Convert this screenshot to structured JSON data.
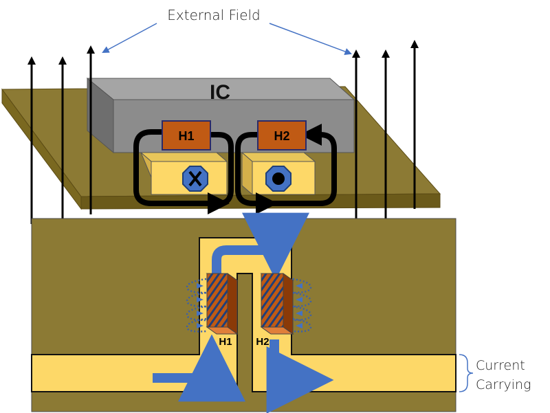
{
  "labels": {
    "external_field": "External Field",
    "ic": "IC",
    "h1_top": "H1",
    "h2_top": "H2",
    "h1_bottom": "H1",
    "h2_bottom": "H2",
    "current_line1": "Current",
    "current_line2": "Carrying"
  },
  "colors": {
    "board": "#8c7a34",
    "board_dark": "#6b5a1a",
    "trace": "#fdd868",
    "ic_gray": "#8c8c8c",
    "sensor_orange": "#c05a14",
    "flow_blue": "#4472c4",
    "annotation_blue": "#4472c4"
  },
  "symbols": {
    "h1_field": "into-page-x",
    "h2_field": "out-of-page-dot"
  }
}
